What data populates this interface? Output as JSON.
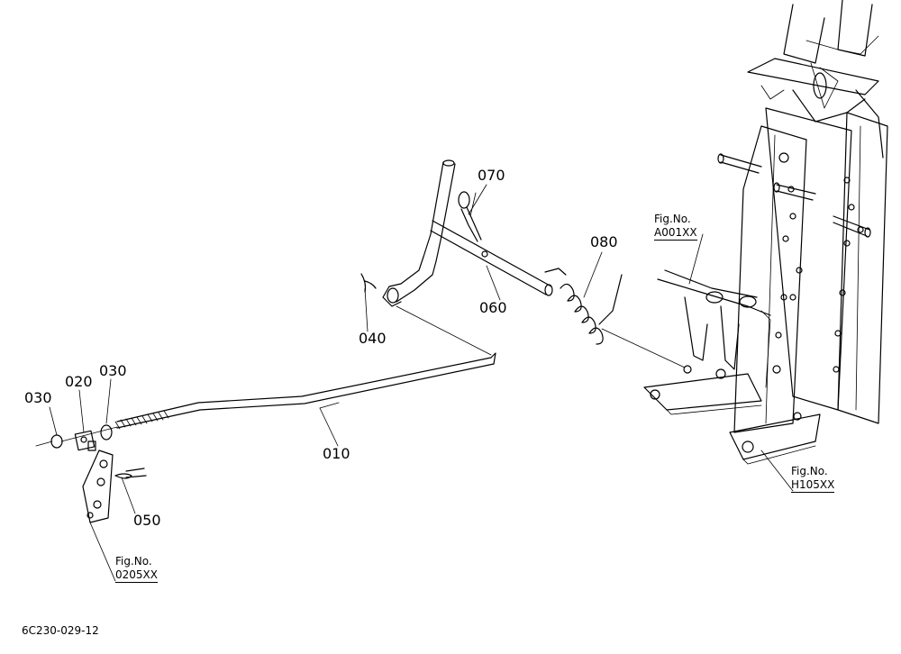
{
  "parts": [
    {
      "id": "p010",
      "label": "010"
    },
    {
      "id": "p020",
      "label": "020"
    },
    {
      "id": "p030a",
      "label": "030"
    },
    {
      "id": "p030b",
      "label": "030"
    },
    {
      "id": "p040",
      "label": "040"
    },
    {
      "id": "p050",
      "label": "050"
    },
    {
      "id": "p060",
      "label": "060"
    },
    {
      "id": "p070",
      "label": "070"
    },
    {
      "id": "p080",
      "label": "080"
    }
  ],
  "figrefs": [
    {
      "title": "Fig.No.",
      "code": "A001XX"
    },
    {
      "title": "Fig.No.",
      "code": "H105XX"
    },
    {
      "title": "Fig.No.",
      "code": "0205XX"
    }
  ],
  "drawing_code": "6C230-029-12"
}
